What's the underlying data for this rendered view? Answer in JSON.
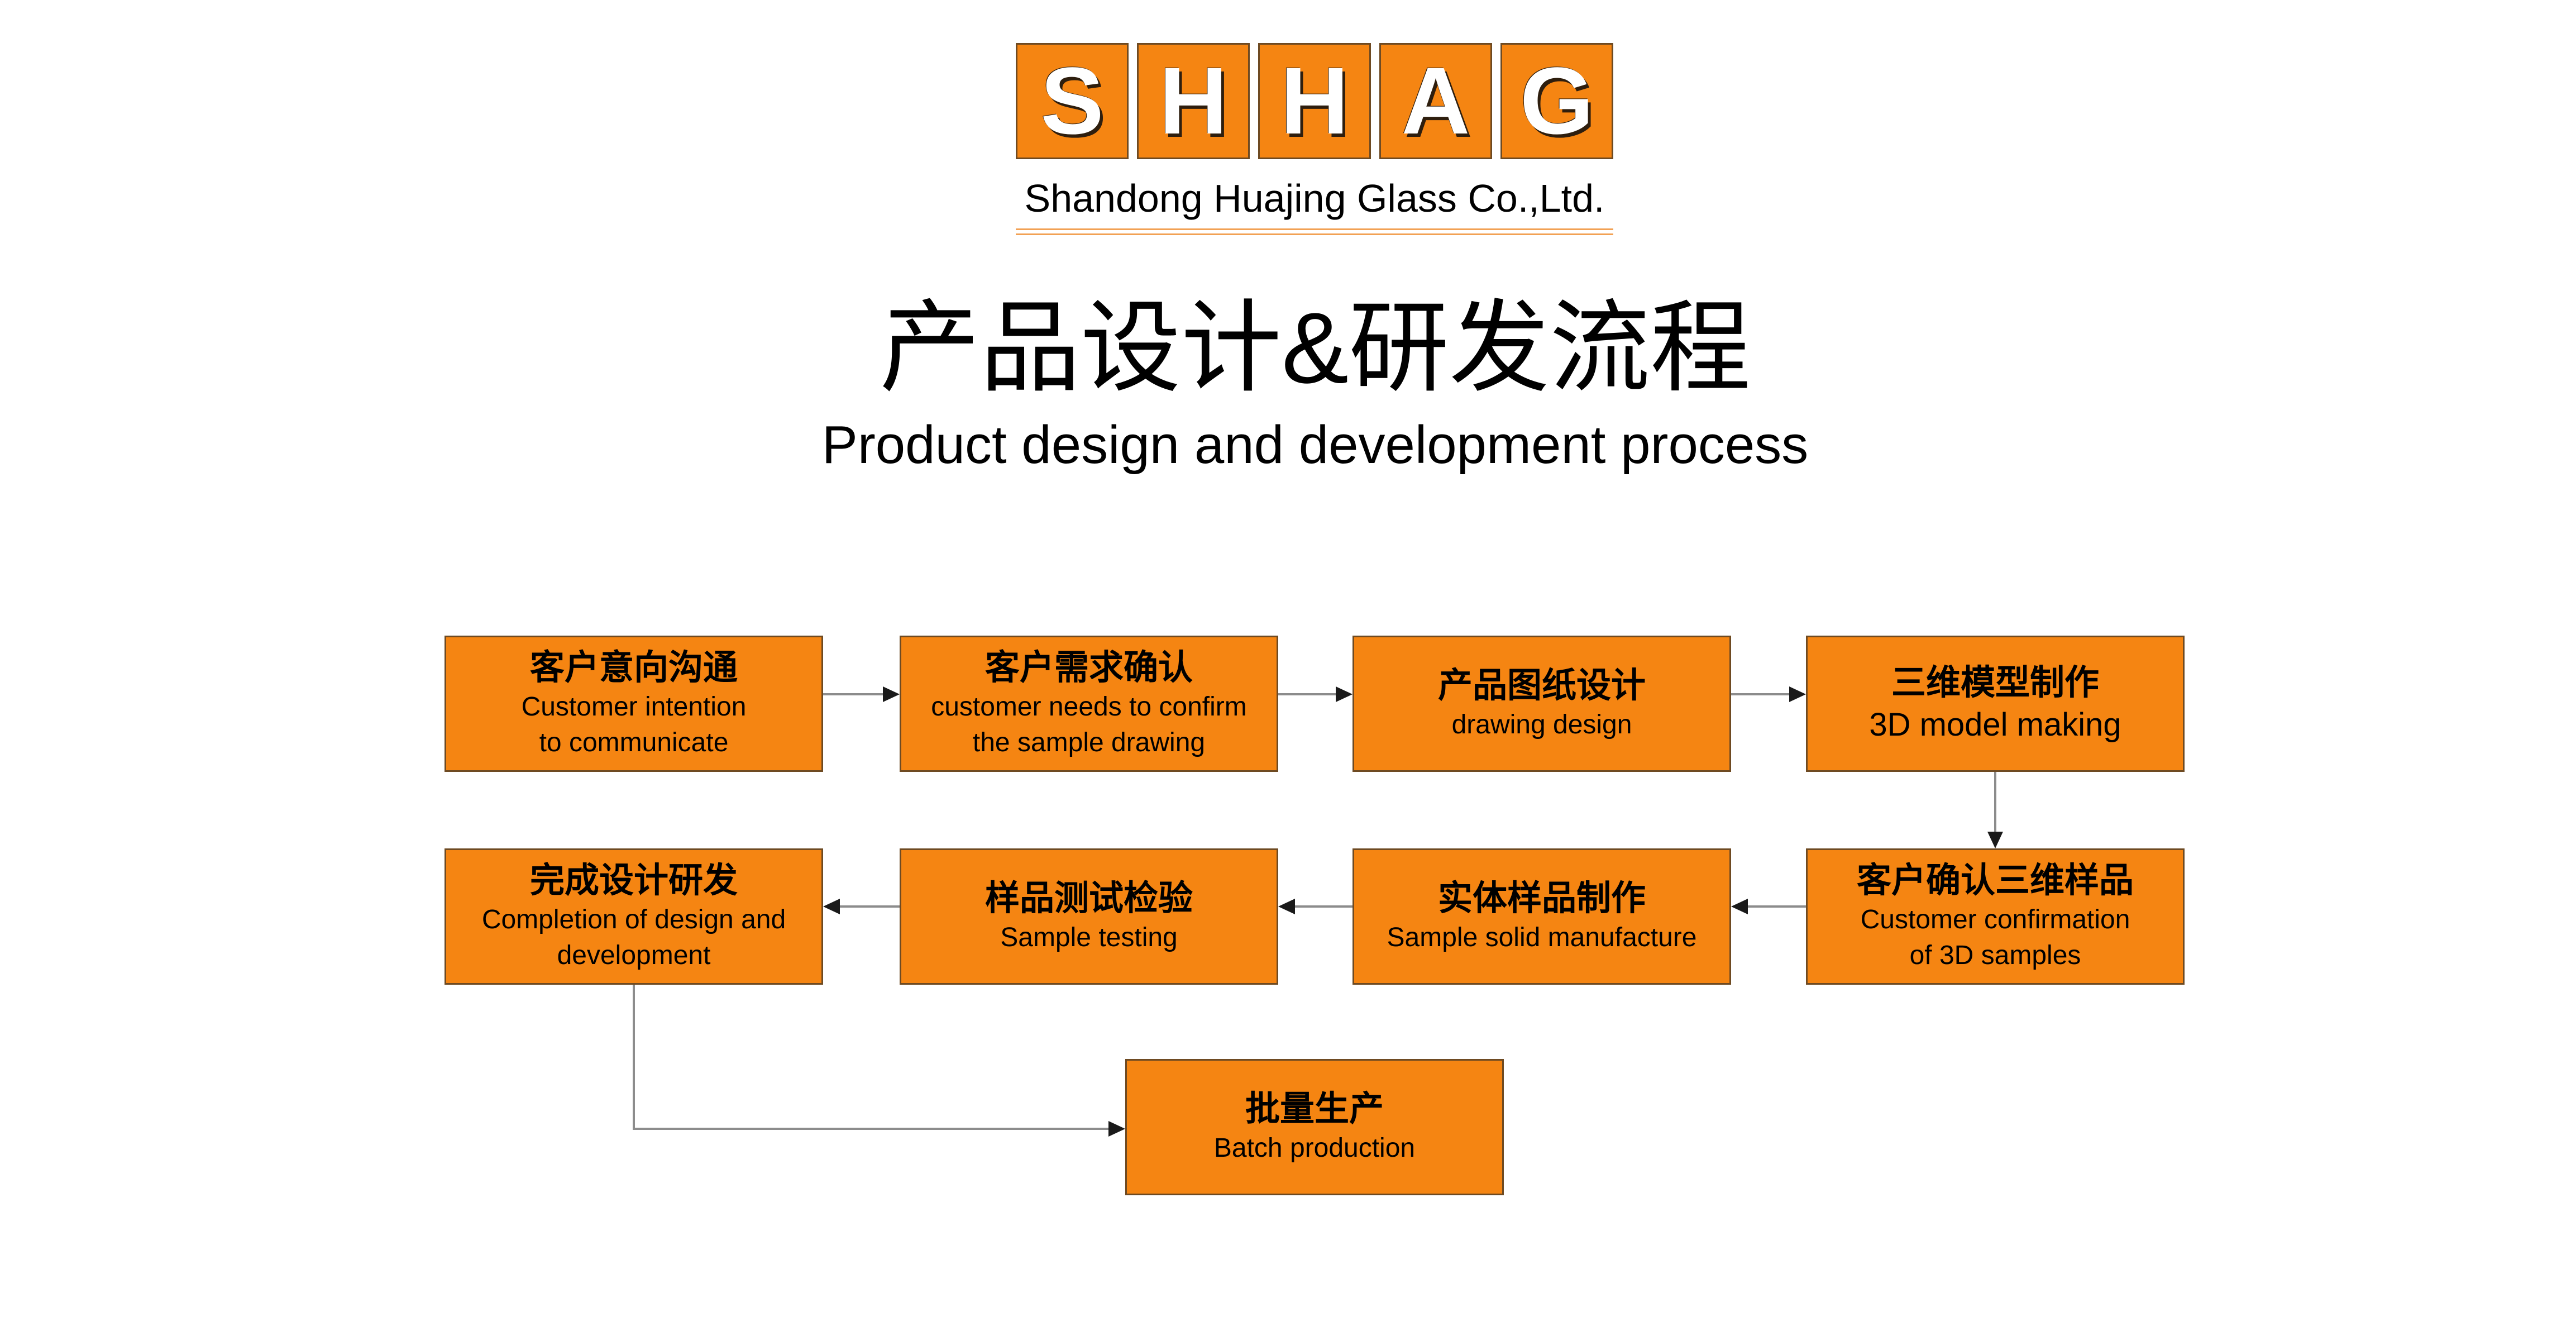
{
  "logo": {
    "letters": [
      "S",
      "H",
      "H",
      "A",
      "G"
    ],
    "company_name": "Shandong Huajing Glass Co.,Ltd."
  },
  "title": {
    "zh": "产品设计&研发流程",
    "en": "Product design and development process"
  },
  "steps": [
    {
      "zh": "客户意向沟通",
      "en": [
        "Customer intention",
        "to communicate"
      ]
    },
    {
      "zh": "客户需求确认",
      "en": [
        "customer needs to confirm",
        "the sample drawing"
      ]
    },
    {
      "zh": "产品图纸设计",
      "en": [
        "drawing design"
      ]
    },
    {
      "zh": "三维模型制作",
      "en": [
        "3D model making"
      ]
    },
    {
      "zh": "客户确认三维样品",
      "en": [
        "Customer confirmation",
        "of 3D samples"
      ]
    },
    {
      "zh": "实体样品制作",
      "en": [
        "Sample solid manufacture"
      ]
    },
    {
      "zh": "样品测试检验",
      "en": [
        "Sample testing"
      ]
    },
    {
      "zh": "完成设计研发",
      "en": [
        "Completion of design and",
        "development"
      ]
    },
    {
      "zh": "批量生产",
      "en": [
        "Batch production"
      ]
    }
  ],
  "colors": {
    "orange": "#F58512",
    "box_border": "#6E4A22",
    "connector_line": "#8C8C8C",
    "arrow_head": "#1A1A1A",
    "rule_line": "#F2A154"
  }
}
